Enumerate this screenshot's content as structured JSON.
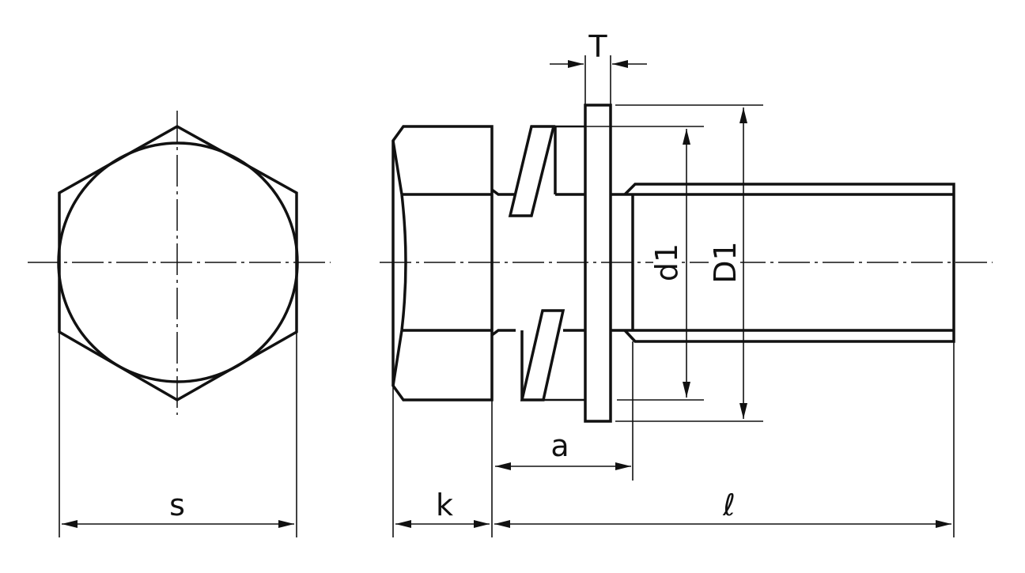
{
  "labels": {
    "s": "s",
    "k": "k",
    "l": "ℓ",
    "a": "a",
    "T": "T",
    "d1": "d1",
    "D1": "D1"
  }
}
